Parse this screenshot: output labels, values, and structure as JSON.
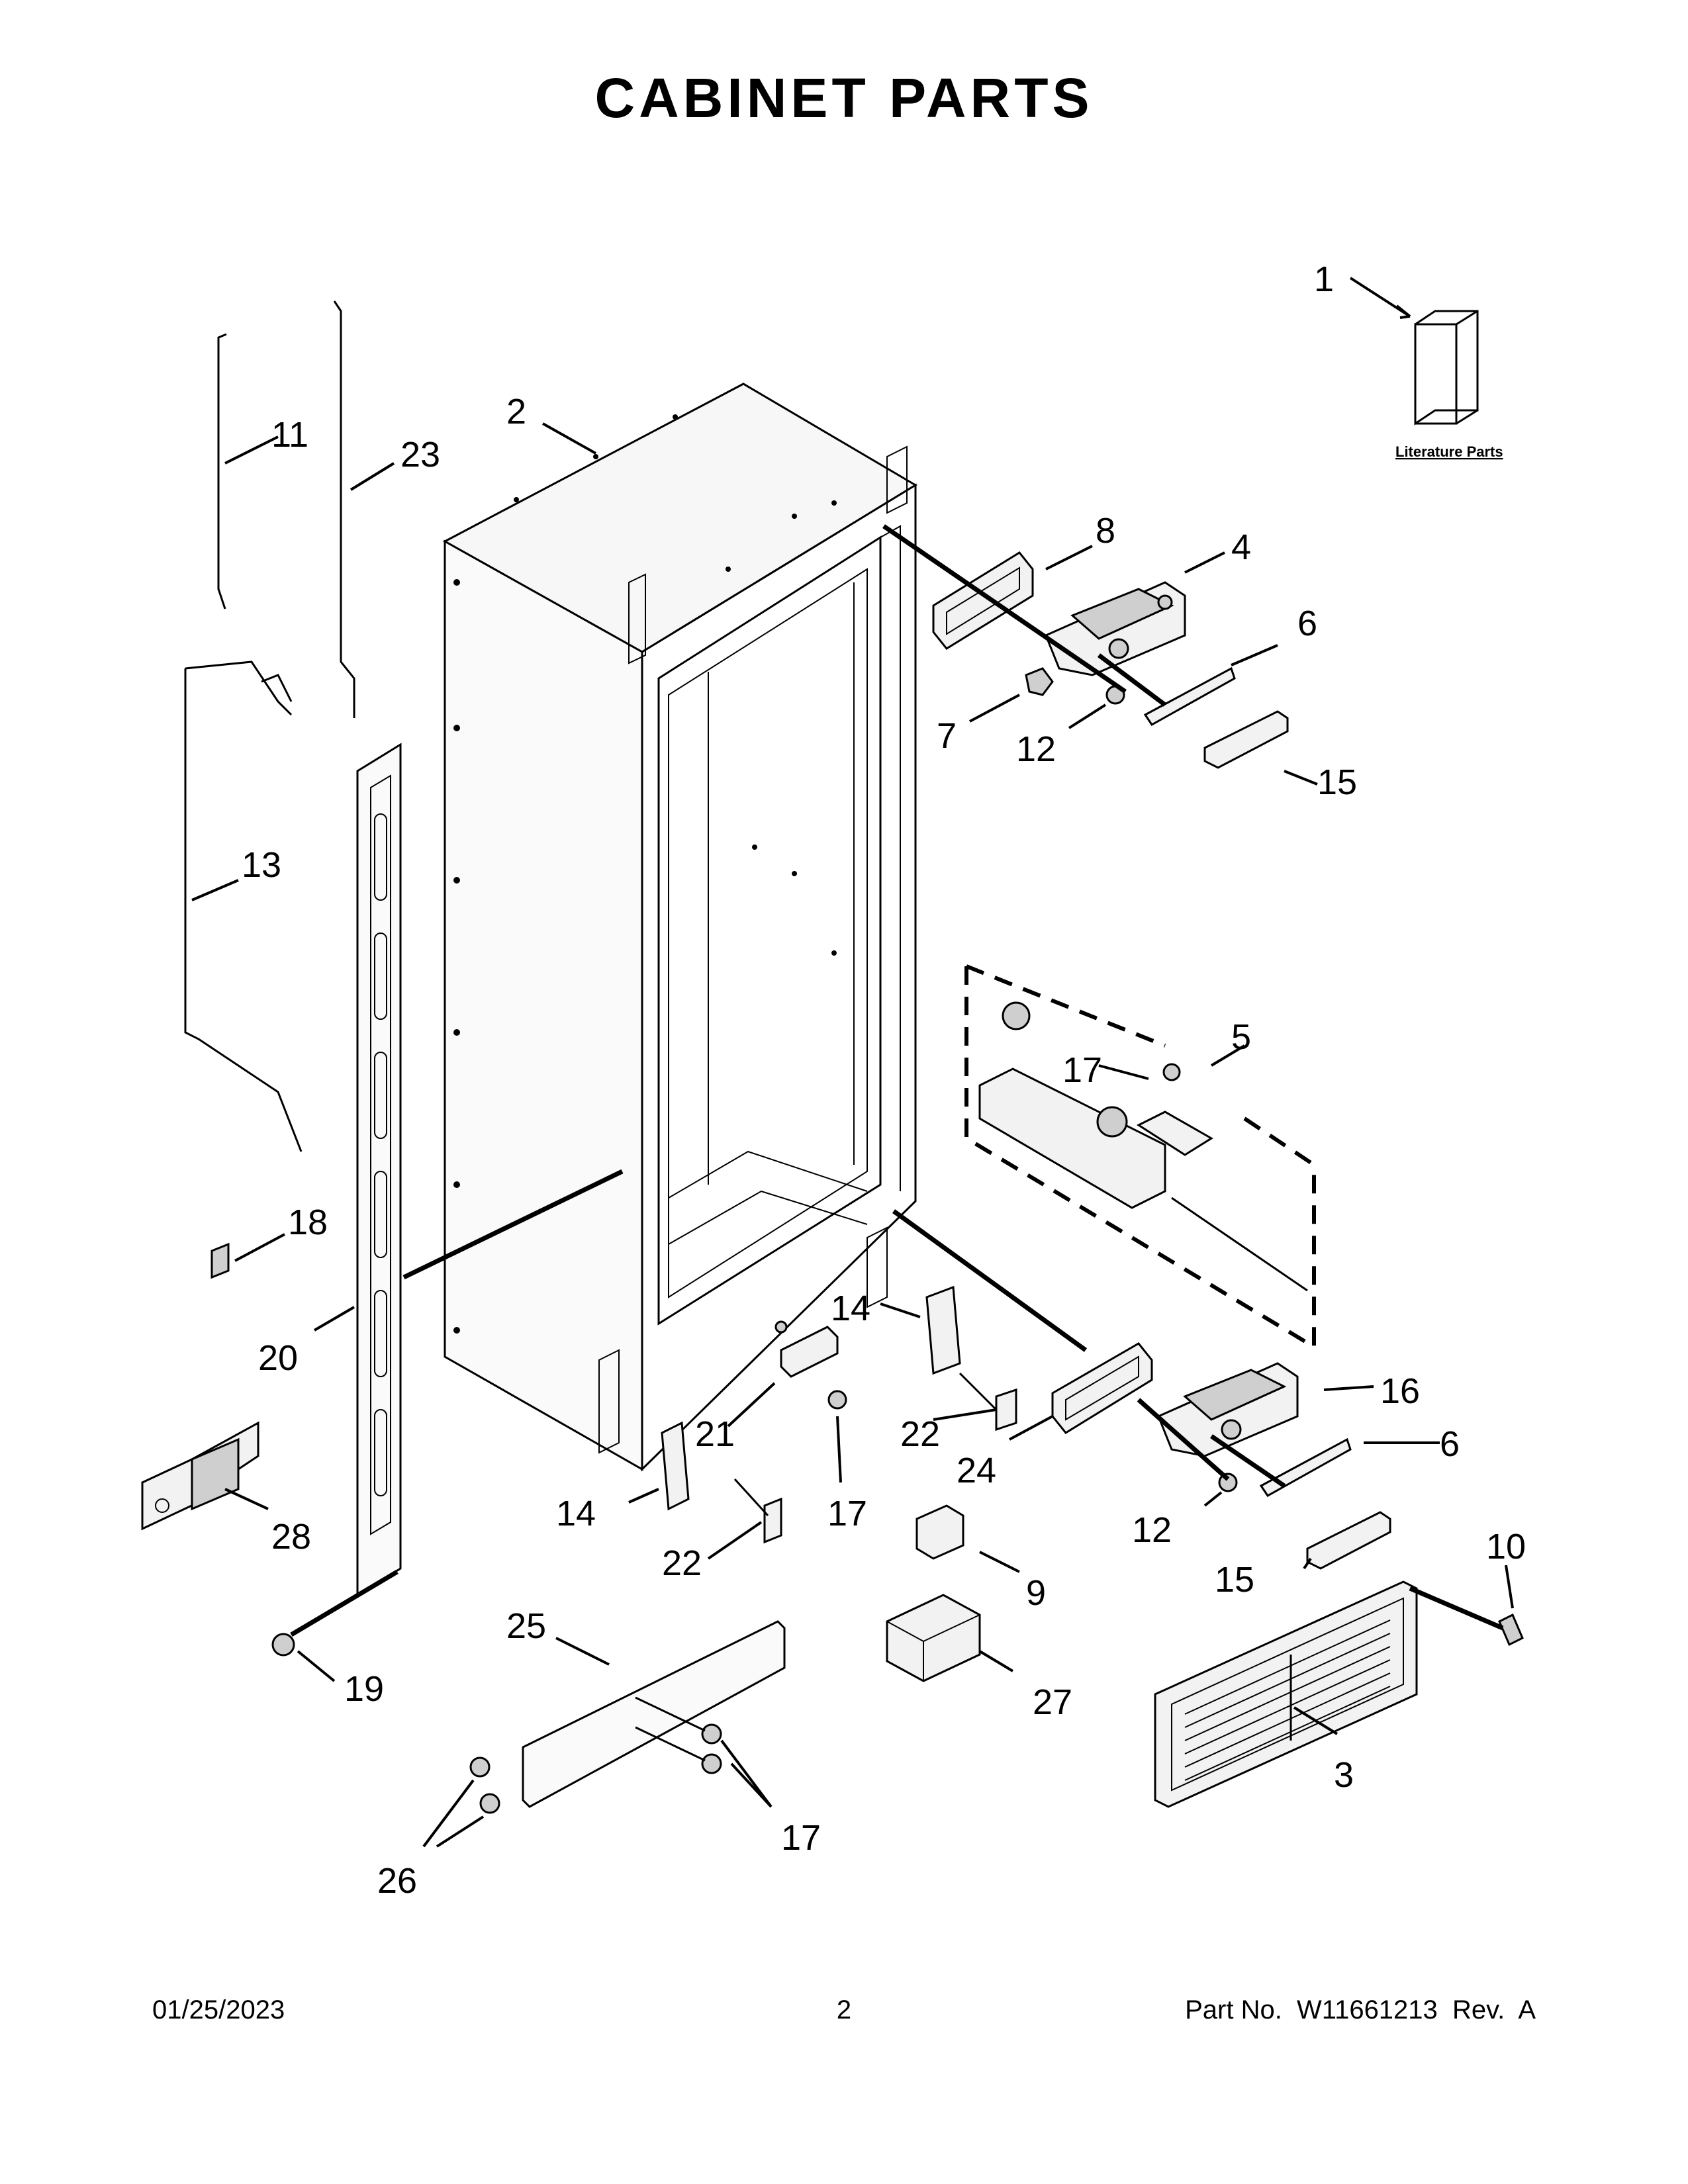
{
  "page": {
    "title": "CABINET PARTS",
    "footer": {
      "date": "01/25/2023",
      "page_number": "2",
      "part_number": "Part No.  W11661213  Rev.  A"
    }
  },
  "literature_parts_label": "Literature Parts",
  "callouts": [
    {
      "id": "c1",
      "label": "1"
    },
    {
      "id": "c2",
      "label": "2"
    },
    {
      "id": "c3",
      "label": "3"
    },
    {
      "id": "c4",
      "label": "4"
    },
    {
      "id": "c5",
      "label": "5"
    },
    {
      "id": "c6a",
      "label": "6"
    },
    {
      "id": "c6b",
      "label": "6"
    },
    {
      "id": "c7",
      "label": "7"
    },
    {
      "id": "c8",
      "label": "8"
    },
    {
      "id": "c9",
      "label": "9"
    },
    {
      "id": "c10",
      "label": "10"
    },
    {
      "id": "c11",
      "label": "11"
    },
    {
      "id": "c12a",
      "label": "12"
    },
    {
      "id": "c12b",
      "label": "12"
    },
    {
      "id": "c13",
      "label": "13"
    },
    {
      "id": "c14a",
      "label": "14"
    },
    {
      "id": "c14b",
      "label": "14"
    },
    {
      "id": "c15a",
      "label": "15"
    },
    {
      "id": "c15b",
      "label": "15"
    },
    {
      "id": "c16",
      "label": "16"
    },
    {
      "id": "c17a",
      "label": "17"
    },
    {
      "id": "c17b",
      "label": "17"
    },
    {
      "id": "c17c",
      "label": "17"
    },
    {
      "id": "c18",
      "label": "18"
    },
    {
      "id": "c19",
      "label": "19"
    },
    {
      "id": "c20",
      "label": "20"
    },
    {
      "id": "c21",
      "label": "21"
    },
    {
      "id": "c22a",
      "label": "22"
    },
    {
      "id": "c22b",
      "label": "22"
    },
    {
      "id": "c23",
      "label": "23"
    },
    {
      "id": "c24",
      "label": "24"
    },
    {
      "id": "c25",
      "label": "25"
    },
    {
      "id": "c26",
      "label": "26"
    },
    {
      "id": "c27",
      "label": "27"
    },
    {
      "id": "c28",
      "label": "28"
    }
  ]
}
